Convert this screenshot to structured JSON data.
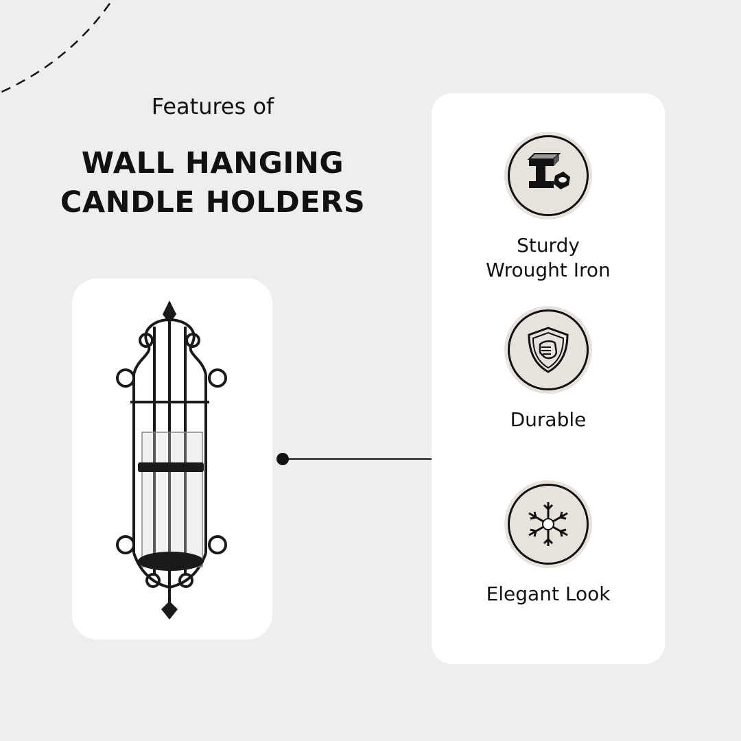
{
  "heading": {
    "subtitle": "Features of",
    "title_line1": "WALL HANGING",
    "title_line2": "CANDLE HOLDERS"
  },
  "features": [
    {
      "label_line1": "Sturdy",
      "label_line2": "Wrought Iron",
      "icon": "iron-beam-nut-icon"
    },
    {
      "label_line1": "Durable",
      "icon": "shield-fist-icon"
    },
    {
      "label_line1": "Elegant Look",
      "icon": "snowflake-icon"
    }
  ],
  "colors": {
    "background": "#eeeeee",
    "card": "#ffffff",
    "badge": "#e8e2dc",
    "ink": "#111111"
  }
}
